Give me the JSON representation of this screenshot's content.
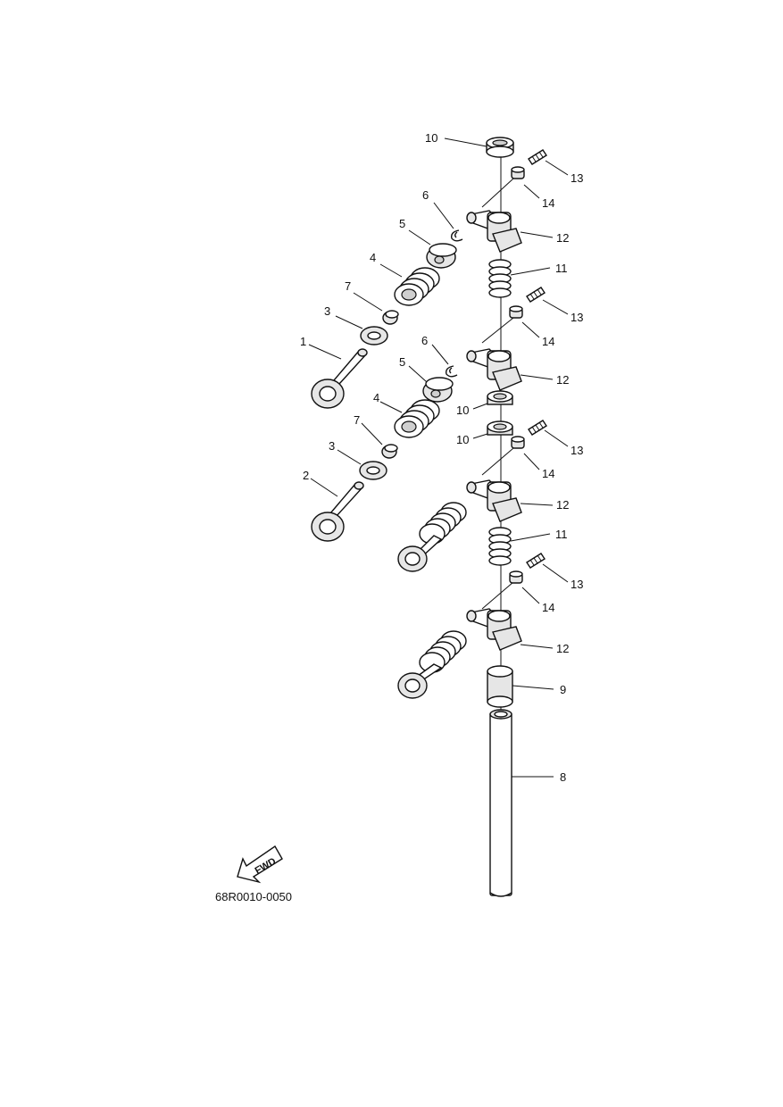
{
  "drawing_code": "68R0010-0050",
  "fwd_label": "FWD",
  "callouts": {
    "c1": "1",
    "c2": "2",
    "c3a": "3",
    "c3b": "3",
    "c4a": "4",
    "c4b": "4",
    "c5a": "5",
    "c5b": "5",
    "c6a": "6",
    "c6b": "6",
    "c7a": "7",
    "c7b": "7",
    "c8": "8",
    "c9": "9",
    "c10a": "10",
    "c10b": "10",
    "c10c": "10",
    "c11a": "11",
    "c11b": "11",
    "c12a": "12",
    "c12b": "12",
    "c12c": "12",
    "c12d": "12",
    "c13a": "13",
    "c13b": "13",
    "c13c": "13",
    "c13d": "13",
    "c14a": "14",
    "c14b": "14",
    "c14c": "14",
    "c14d": "14"
  }
}
